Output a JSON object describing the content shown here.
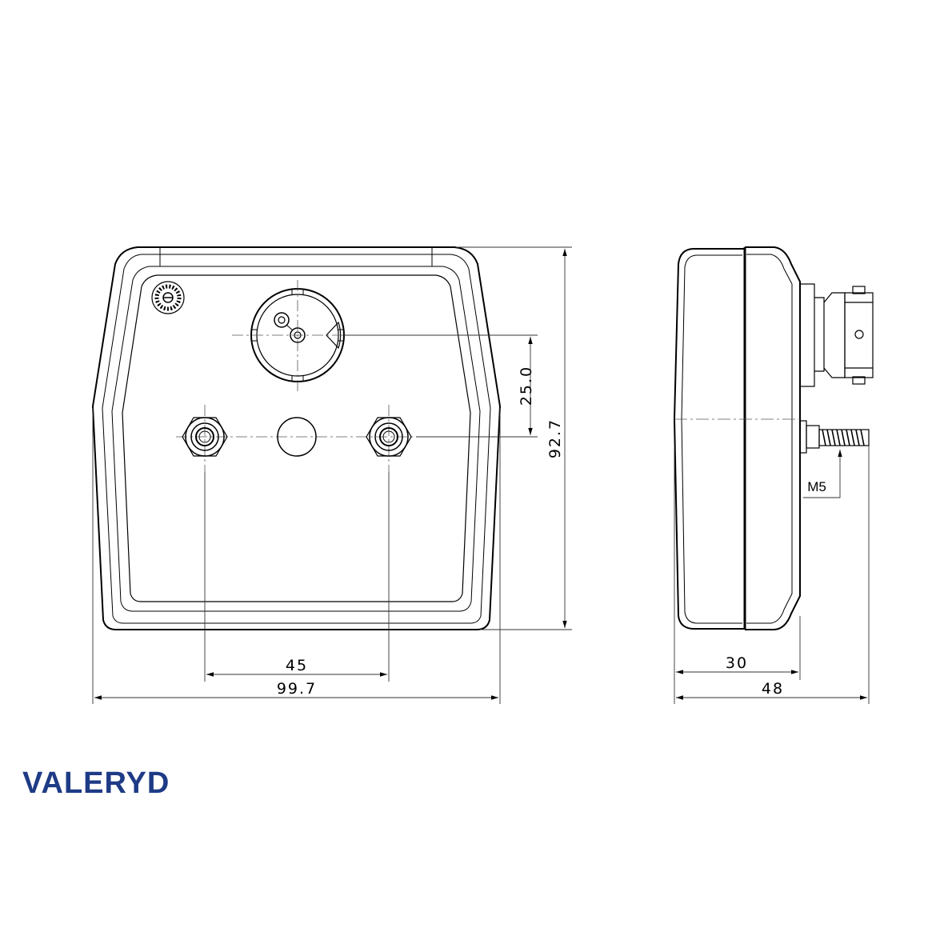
{
  "brand": {
    "name": "VALERYD",
    "color": "#1e3b86"
  },
  "dimensions": {
    "height": "92.7",
    "vertical_offset": "25.0",
    "bolt_spacing": "45",
    "overall_width": "99.7",
    "body_depth": "30",
    "overall_depth": "48",
    "bolt_thread": "M5"
  },
  "colors": {
    "line": "#000000",
    "dim_line": "#333333"
  }
}
